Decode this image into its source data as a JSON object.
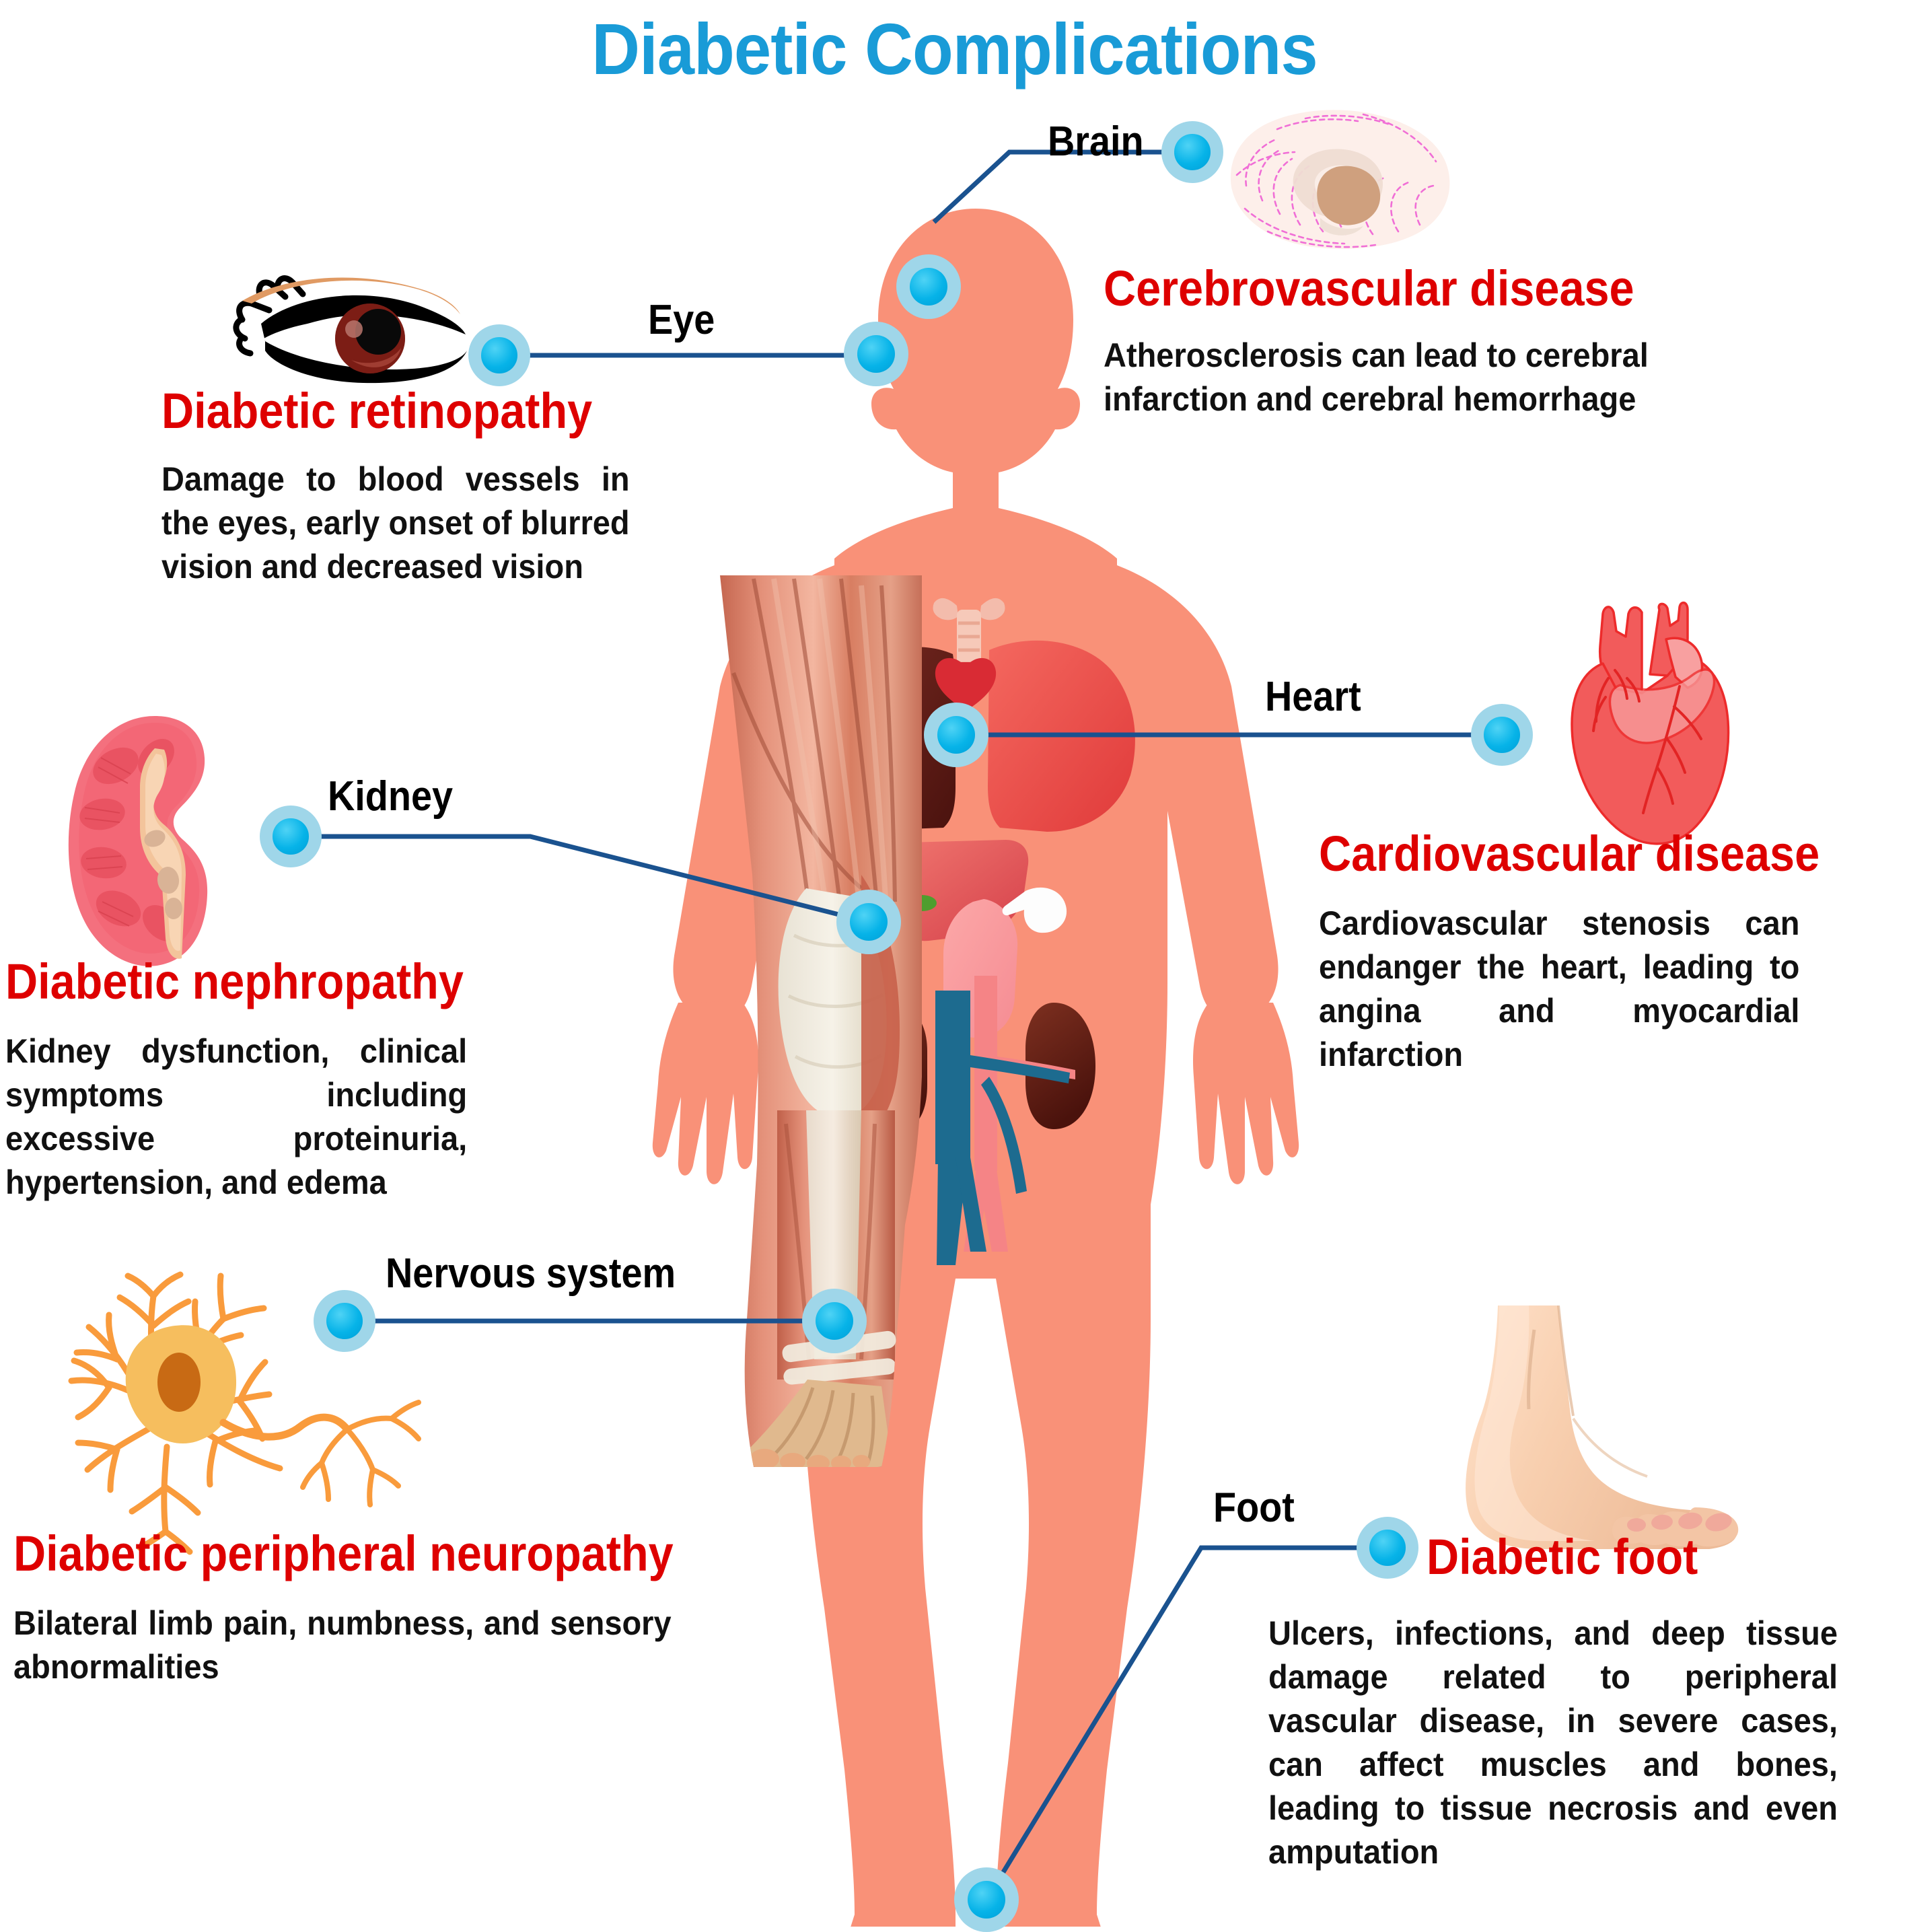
{
  "title": "Diabetic Complications",
  "colors": {
    "title_blue": "#199BD7",
    "heading_red": "#DE0000",
    "body_text": "#111111",
    "connector_line": "#1A528F",
    "marker_core": "#06B3E8",
    "marker_ring": "#9FD6E9",
    "body_silhouette": "#F99178"
  },
  "organ_labels": {
    "brain": "Brain",
    "eye": "Eye",
    "heart": "Heart",
    "kidney": "Kidney",
    "nervous_system": "Nervous system",
    "foot": "Foot"
  },
  "complications": [
    {
      "id": "retinopathy",
      "organ_label": "Eye",
      "heading": "Diabetic retinopathy",
      "description": "Damage to blood vessels in the eyes, early onset of blurred vision and decreased vision",
      "illustration": "eye-illustration"
    },
    {
      "id": "cerebrovascular",
      "organ_label": "Brain",
      "heading": "Cerebrovascular disease",
      "description": "Atherosclerosis can lead to cerebral infarction and cerebral hemorrhage",
      "illustration": "brain-illustration"
    },
    {
      "id": "cardiovascular",
      "organ_label": "Heart",
      "heading": "Cardiovascular disease",
      "description": "Cardiovascular stenosis can endanger the heart, leading to angina and myocardial infarction",
      "illustration": "heart-illustration"
    },
    {
      "id": "nephropathy",
      "organ_label": "Kidney",
      "heading": "Diabetic nephropathy",
      "description": "Kidney dysfunction, clinical symptoms including excessive proteinuria, hypertension, and edema",
      "illustration": "kidney-illustration"
    },
    {
      "id": "neuropathy",
      "organ_label": "Nervous system",
      "heading": "Diabetic peripheral neuropathy",
      "description": "Bilateral limb pain, numbness, and sensory abnormalities",
      "illustration": "neuron-illustration"
    },
    {
      "id": "diabetic-foot",
      "organ_label": "Foot",
      "heading": "Diabetic foot",
      "description": "Ulcers, infections, and deep tissue damage related to peripheral vascular disease, in severe cases, can affect muscles and bones, leading to tissue necrosis and even amputation",
      "illustration": "foot-illustration"
    }
  ],
  "body_figure": {
    "name": "human-body-silhouette",
    "organs_shown": [
      "trachea",
      "left-lung",
      "right-lung",
      "heart",
      "liver",
      "gallbladder",
      "stomach",
      "pancreas",
      "left-kidney",
      "right-kidney",
      "aorta",
      "vena-cava"
    ],
    "anatomy_overlay": "left-leg-muscle-anatomy"
  }
}
